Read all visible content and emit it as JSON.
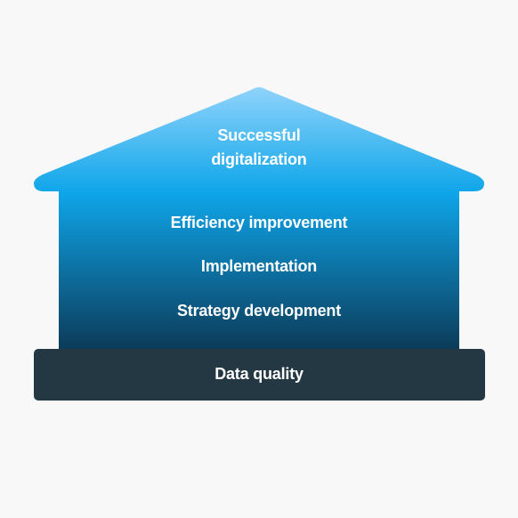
{
  "diagram": {
    "roof": {
      "lines": [
        "Successful",
        "digitalization"
      ]
    },
    "floors": [
      {
        "label": "Efficiency improvement"
      },
      {
        "label": "Implementation"
      },
      {
        "label": "Strategy development"
      }
    ],
    "foundation": {
      "label": "Data quality"
    }
  },
  "colors": {
    "background": "#f8f8f8",
    "gradient_top": "#8fd3fb",
    "gradient_mid": "#0ea5e9",
    "gradient_bottom": "#0c3a57",
    "foundation": "#243844",
    "text": "#ffffff"
  }
}
